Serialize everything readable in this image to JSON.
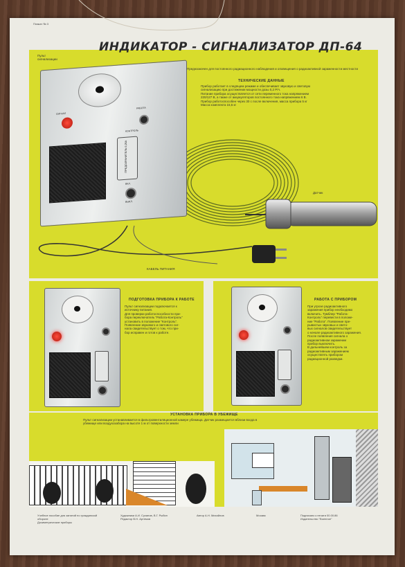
{
  "poster": {
    "corner_label": "Плакат № 3",
    "title": "ИНДИКАТОР - СИГНАЛИЗАТОР ДП-64",
    "intro": "Предназначен для постоянного радиационного наблюдения и оповещения о радиоактивной зараженности местности",
    "tech_header": "ТЕХНИЧЕСКИЕ ДАННЫЕ",
    "tech_text": "Прибор работает в следящем режиме и обеспечивает звуковую и световую\nсигнализацию при достижении мощности дозы 0,2 Р/ч.\nПитание прибора осуществляется от сети переменного тока напряжением\n220/127 В, а также от аккумуляторов постоянного тока напряжением 6 В.\nПрибор работоспособен через 30 с после включения, масса прибора 5 кг\nМасса комплекта 15,5 кг",
    "labels": {
      "panel": "Пульт\nсигнализации",
      "sensor": "Датчик",
      "cable": "КАБЕЛЬ ПИТАНИЯ"
    },
    "device": {
      "signal": "СИГНАЛ",
      "work": "РАБОТА",
      "control": "КОНТРОЛЬ",
      "fuse": "ПРЕДОХРАНИТЕЛЬ 0,25А",
      "on": "ВКЛ.",
      "off": "ВЫКЛ."
    },
    "prep_header": "ПОДГОТОВКА ПРИБОРА К РАБОТЕ",
    "prep_text": "Пульт сигнализации подключается к\nисточнику питания.\nДля проверки работоспособности при-\nбора переключатель \"Работа-Контроль\"\nустановить в положение \"Контроль\".\nПоявление звукового и светового сиг-\nнала свидетельствует о том, что при-\nбор исправен и готов к работе.",
    "work_header": "РАБОТА С ПРИБОРОМ",
    "work_text": "При угрозе радиоактивного\nзаражения прибор необходимо\nвключить. Тумблер \"Работа-\nКонтроль\" перевести в положе-\nние \"Работа\". Появление пре-\nрывистых звуковых и свето-\nвых сигналов свидетельствует\nо начале радиоактивного заражения.\nПосле появления сигнала о\nрадиоактивном заражении\nприбор выключить.\nВ дальнейшем контроль за\nрадиоактивным заражением\nосуществлять прибором\nрадиационной разведки.",
    "install_header": "УСТАНОВКА ПРИБОРА В УБЕЖИЩЕ",
    "install_text": "Пульт сигнализации устанавливается в фильтровентиляционной камере убежища. Датчик размещается вблизи входа в\nубежище или воздухозабора на высоте 1 м от поверхности земли",
    "footer": {
      "col1": "Учебное пособие для занятий по гражданской обороне\nДозиметрические приборы",
      "col2": "Художники А.И. Суханов, В.Г. Рыбин\nРедактор В.Н. Артемов",
      "col3": "Автор А.Н. Михайлов",
      "col4": "Москва",
      "col5": "Подписано к печати 00.00.86\nИздательство \"Военное\""
    }
  }
}
